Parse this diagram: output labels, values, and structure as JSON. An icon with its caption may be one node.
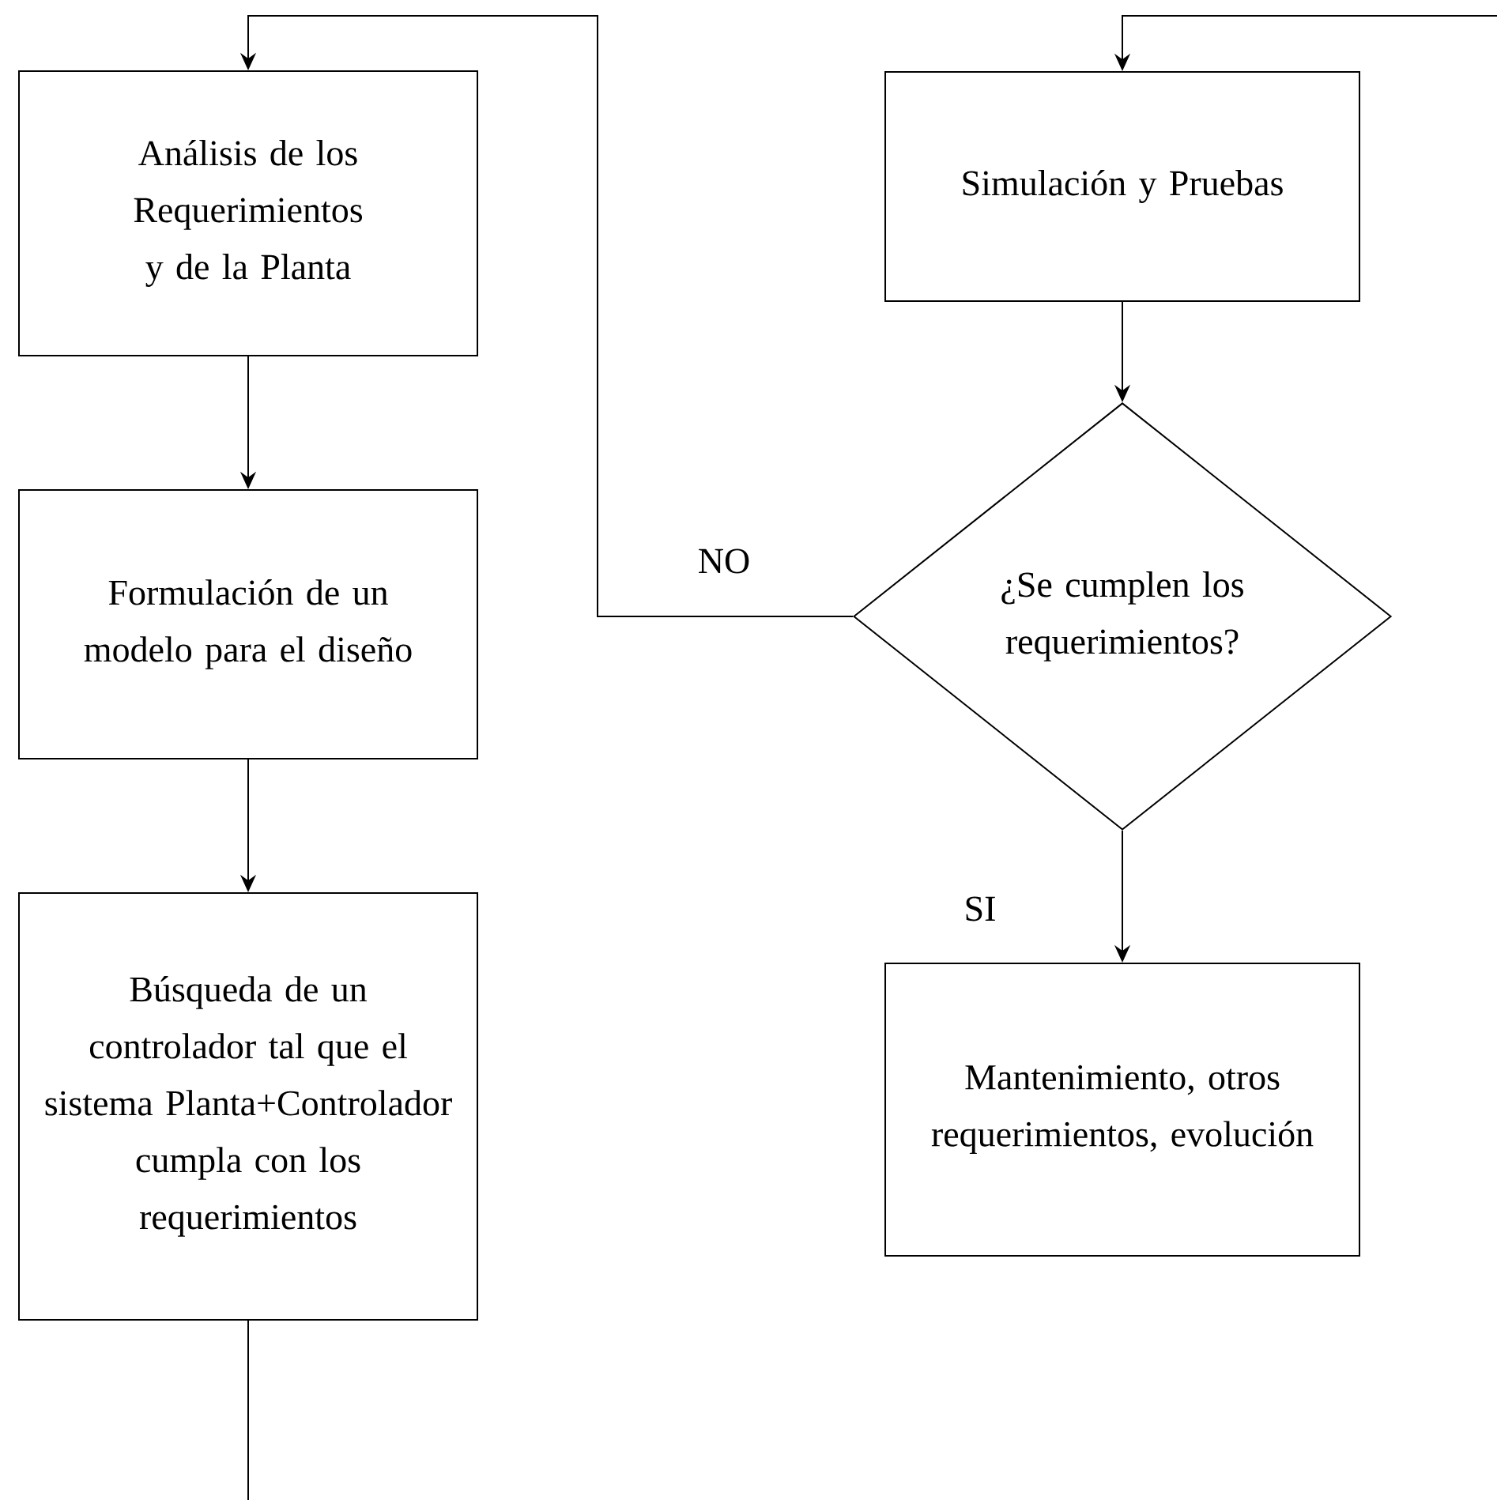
{
  "diagram": {
    "nodes": [
      {
        "text": [
          "Análisis de los Requerimientos y de la Planta"
        ]
      },
      {
        "text": [
          "Formulación de un modelo para el diseño"
        ]
      },
      {
        "text": [
          "Búsqueda de un controlador tal que el sistema Planta+Controlador cumpla con los requerimientos"
        ]
      },
      {
        "text": [
          "Simulación y Pruebas"
        ]
      },
      {
        "text": [
          "¿Se cumplen los requerimientos?"
        ]
      },
      {
        "text": [
          "Mantenimiento, otros requerimientos, evolución"
        ]
      }
    ],
    "edges": [
      {
        "from": 0,
        "to": 1,
        "arrow": "to"
      },
      {
        "from": 1,
        "to": 2,
        "arrow": "to"
      },
      {
        "from": 2,
        "to": null,
        "arrow": "none"
      },
      {
        "from": null,
        "to": 3,
        "arrow": "to"
      },
      {
        "from": 3,
        "to": 4,
        "arrow": "to"
      },
      {
        "from": 4,
        "to": 0,
        "label": "NO",
        "arrow": "to"
      },
      {
        "from": 4,
        "to": 5,
        "label": "SI",
        "arrow": "to"
      }
    ]
  }
}
